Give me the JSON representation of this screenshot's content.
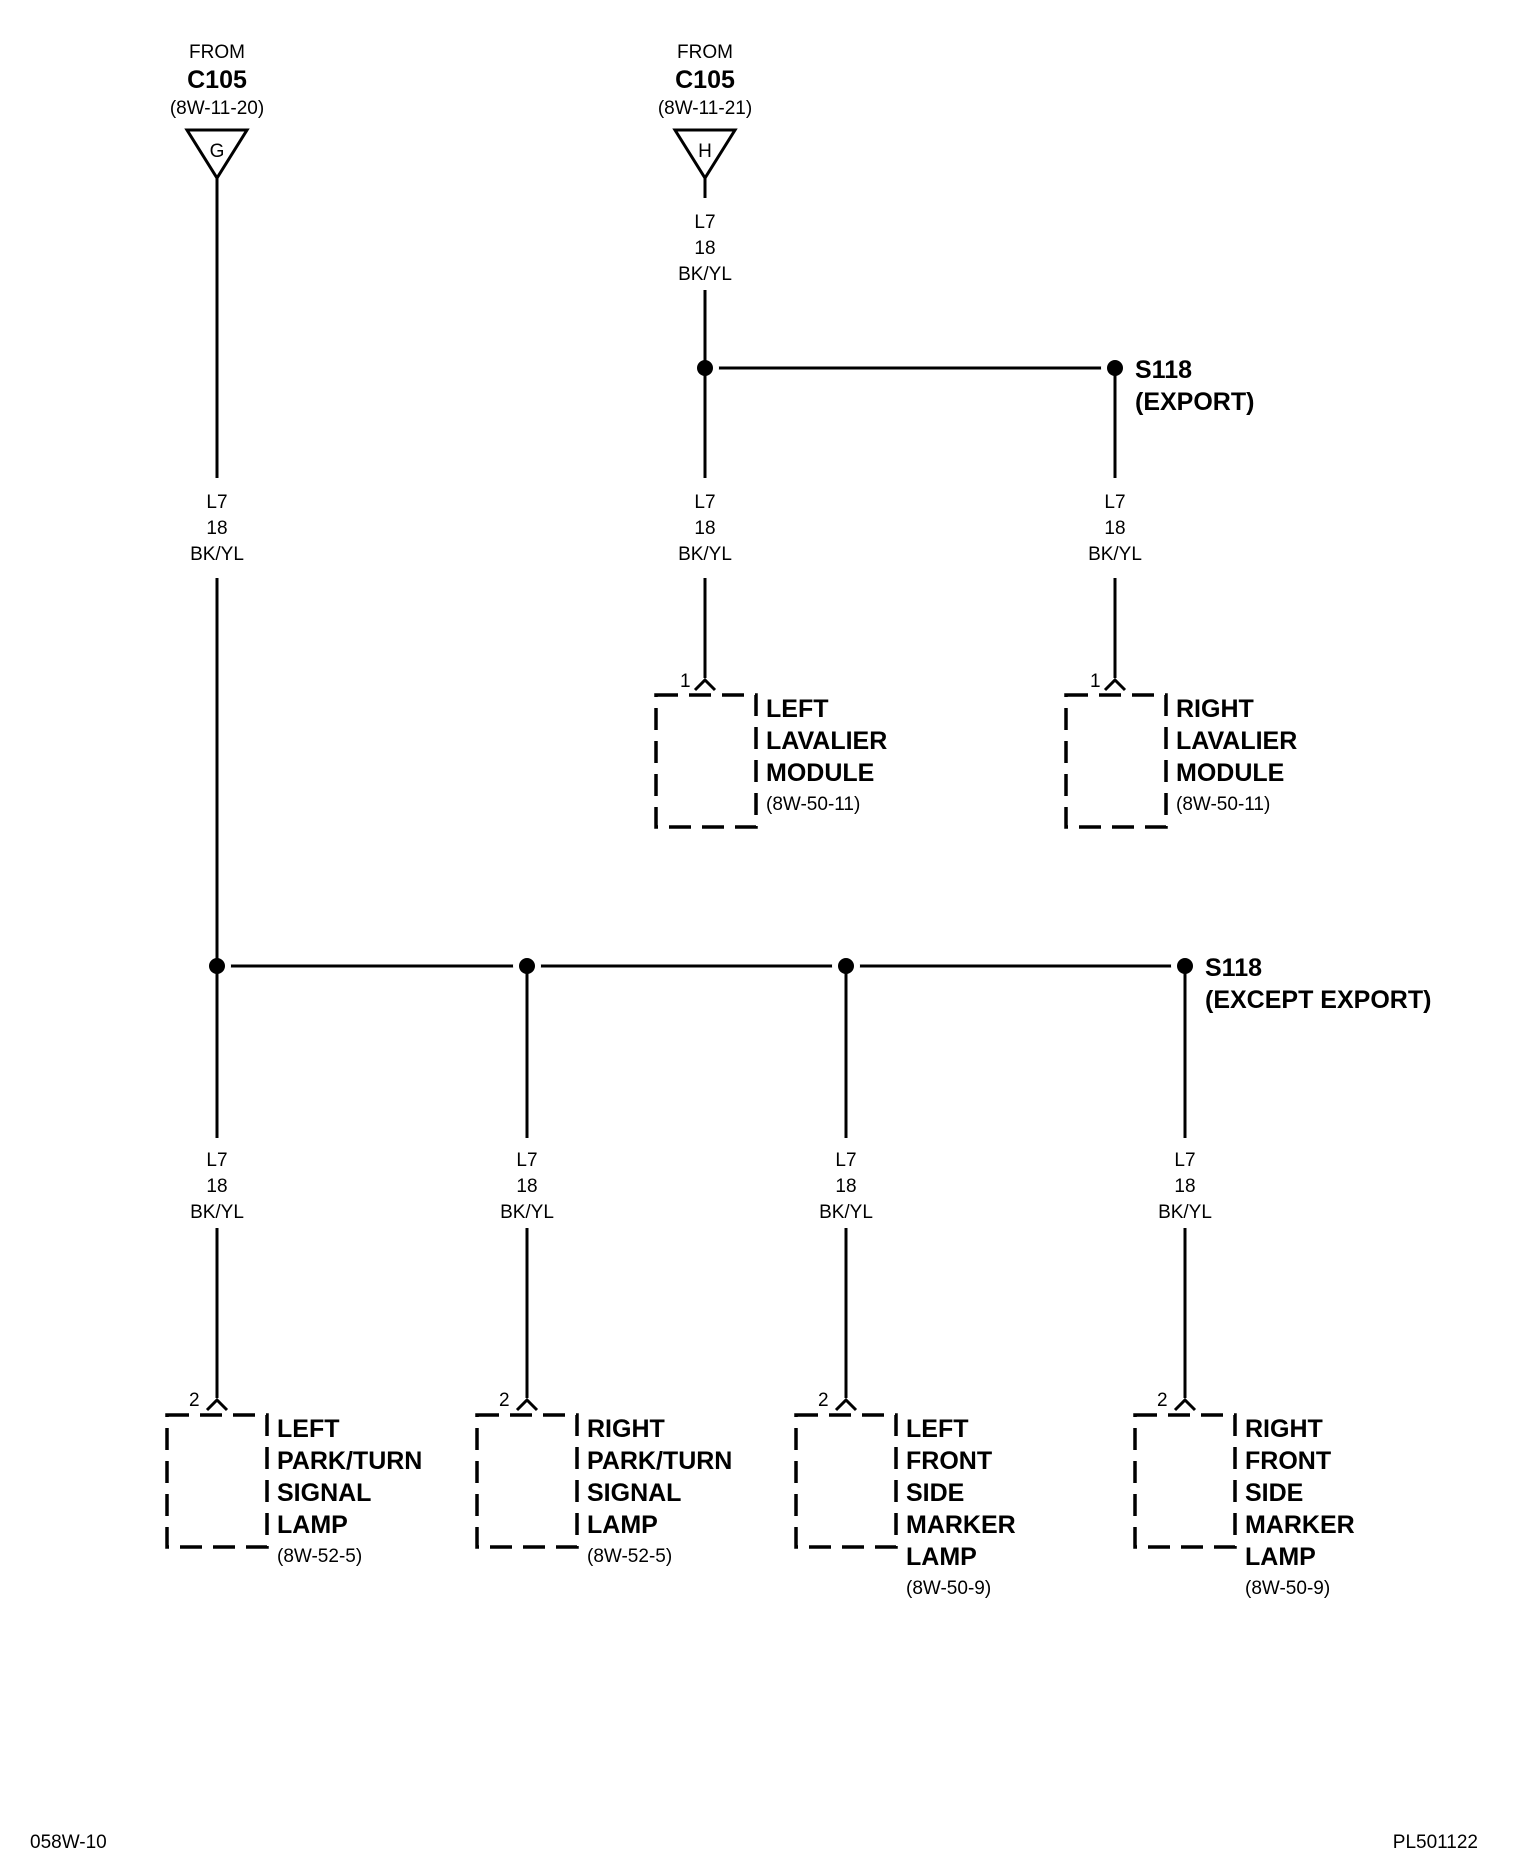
{
  "sources": [
    {
      "from": "FROM",
      "connector": "C105",
      "ref": "(8W-11-20)",
      "pin": "G"
    },
    {
      "from": "FROM",
      "connector": "C105",
      "ref": "(8W-11-21)",
      "pin": "H"
    }
  ],
  "wire": {
    "circuit": "L7",
    "gauge": "18",
    "color": "BK/YL"
  },
  "splices": [
    {
      "name": "S118",
      "variant": "(EXPORT)"
    },
    {
      "name": "S118",
      "variant": "(EXCEPT EXPORT)"
    }
  ],
  "components": [
    {
      "pin": "1",
      "lines": [
        "LEFT",
        "LAVALIER",
        "MODULE"
      ],
      "ref": "(8W-50-11)"
    },
    {
      "pin": "1",
      "lines": [
        "RIGHT",
        "LAVALIER",
        "MODULE"
      ],
      "ref": "(8W-50-11)"
    },
    {
      "pin": "2",
      "lines": [
        "LEFT",
        "PARK/TURN",
        "SIGNAL",
        "LAMP"
      ],
      "ref": "(8W-52-5)"
    },
    {
      "pin": "2",
      "lines": [
        "RIGHT",
        "PARK/TURN",
        "SIGNAL",
        "LAMP"
      ],
      "ref": "(8W-52-5)"
    },
    {
      "pin": "2",
      "lines": [
        "LEFT",
        "FRONT",
        "SIDE",
        "MARKER",
        "LAMP"
      ],
      "ref": "(8W-50-9)"
    },
    {
      "pin": "2",
      "lines": [
        "RIGHT",
        "FRONT",
        "SIDE",
        "MARKER",
        "LAMP"
      ],
      "ref": "(8W-50-9)"
    }
  ],
  "footer": {
    "left": "058W-10",
    "right": "PL501122"
  }
}
